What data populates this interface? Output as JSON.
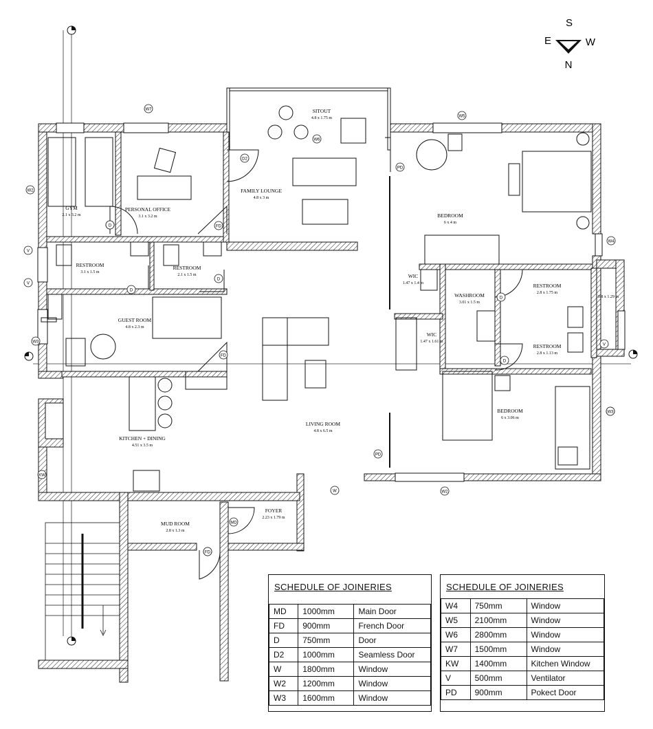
{
  "compass": {
    "s": "S",
    "e": "E",
    "w": "W",
    "n": "N"
  },
  "rooms": [
    {
      "name": "GYM",
      "size": "2.1 x 3.2 m"
    },
    {
      "name": "PERSONAL OFFICE",
      "size": "3.1 x 3.2 m"
    },
    {
      "name": "SITOUT",
      "size": "4.8 x 1.75 m"
    },
    {
      "name": "FAMILY LOUNGE",
      "size": "4.8 x 3 m"
    },
    {
      "name": "BEDROOM",
      "size": "6 x 4 m"
    },
    {
      "name": "RESTROOM",
      "size": "3.1 x 1.5 m"
    },
    {
      "name": "RESTROOM",
      "size": "2.1 x 1.5 m"
    },
    {
      "name": "WIC",
      "size": "1.47 x 1.4 m"
    },
    {
      "name": "WASHROOM",
      "size": "3.01 x 1.5 m"
    },
    {
      "name": "RESTROOM",
      "size": "2.8 x 1.75 m"
    },
    {
      "name": "GUEST ROOM",
      "size": "4.8 x 2.3 m"
    },
    {
      "name": "WIC",
      "size": "1.47 x 1.61 m"
    },
    {
      "name": "RESTROOM",
      "size": "2.8 x 1.13 m"
    },
    {
      "name": "BEDROOM",
      "size": "6 x 3.06 m"
    },
    {
      "name": "LIVING ROOM",
      "size": "4.8 x 6.5 m"
    },
    {
      "name": "KITCHEN + DINING",
      "size": "4.51 x 3.5 m"
    },
    {
      "name": "FOYER",
      "size": "2.23 x 1.79 m"
    },
    {
      "name": "MUD ROOM",
      "size": "2.8 x 1.3 m"
    },
    {
      "name": "",
      "size": "0.8 x 1.29 m"
    }
  ],
  "tags": [
    "W7",
    "W5",
    "W2",
    "D2",
    "PD",
    "FD",
    "W6",
    "W4",
    "V",
    "V",
    "D",
    "D",
    "D",
    "D",
    "FD",
    "W3",
    "FD",
    "PD",
    "KW",
    "W",
    "W2",
    "MD",
    "FD",
    "V",
    "W3",
    "D",
    "FD",
    "W3"
  ],
  "schedule_left": {
    "title": "SCHEDULE OF JOINERIES",
    "rows": [
      [
        "MD",
        "1000mm",
        "Main Door"
      ],
      [
        "FD",
        "900mm",
        "French Door"
      ],
      [
        "D",
        "750mm",
        "Door"
      ],
      [
        "D2",
        "1000mm",
        "Seamless Door"
      ],
      [
        "W",
        "1800mm",
        "Window"
      ],
      [
        "W2",
        "1200mm",
        "Window"
      ],
      [
        "W3",
        "1600mm",
        "Window"
      ]
    ]
  },
  "schedule_right": {
    "title": "SCHEDULE OF JOINERIES",
    "rows": [
      [
        "W4",
        "750mm",
        "Window"
      ],
      [
        "W5",
        "2100mm",
        "Window"
      ],
      [
        "W6",
        "2800mm",
        "Window"
      ],
      [
        "W7",
        "1500mm",
        "Window"
      ],
      [
        "KW",
        "1400mm",
        "Kitchen Window"
      ],
      [
        "V",
        "500mm",
        "Ventilator"
      ],
      [
        "PD",
        "900mm",
        "Pokect Door"
      ]
    ]
  }
}
